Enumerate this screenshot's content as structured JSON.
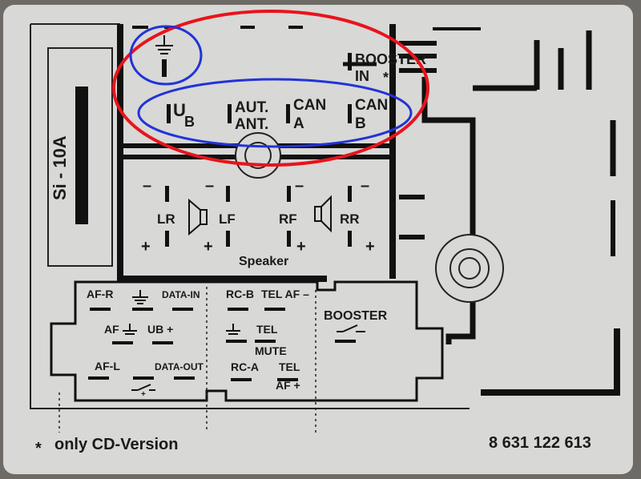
{
  "fuse": {
    "label": "Si - 10A"
  },
  "power_connector": {
    "ground_symbol": "ground-icon",
    "pins": [
      {
        "id": "ub",
        "main": "U",
        "sub": "B"
      },
      {
        "id": "aut_ant",
        "line1": "AUT.",
        "line2": "ANT."
      },
      {
        "id": "can_a",
        "line1": "CAN",
        "line2": "A"
      },
      {
        "id": "can_b",
        "line1": "CAN",
        "line2": "B"
      }
    ],
    "booster": {
      "line1": "BOOSTER",
      "line2": "IN",
      "star": "*"
    }
  },
  "speaker_connector": {
    "title": "Speaker",
    "channels": [
      {
        "id": "lr",
        "label": "LR"
      },
      {
        "id": "lf",
        "label": "LF"
      },
      {
        "id": "rf",
        "label": "RF"
      },
      {
        "id": "rr",
        "label": "RR"
      }
    ],
    "minus": "–",
    "plus": "+"
  },
  "iso_connector": {
    "labels": {
      "af_r": "AF-R",
      "data_in": "DATA-IN",
      "af_gnd": "AF",
      "ub_plus": "UB +",
      "af_l": "AF-L",
      "data_out": "DATA-OUT",
      "rc_b": "RC-B",
      "tel_af_minus": "TEL AF –",
      "tel": "TEL",
      "mute": "MUTE",
      "rc_a": "RC-A",
      "tel2": "TEL",
      "af_plus": "AF +",
      "booster": "BOOSTER"
    }
  },
  "footer": {
    "star": "*",
    "note": "only CD-Version",
    "part_number": "8 631 122 613"
  },
  "annotations": {
    "red_ellipse_color": "#e8141c",
    "blue_ellipse_color": "#2233d8"
  }
}
